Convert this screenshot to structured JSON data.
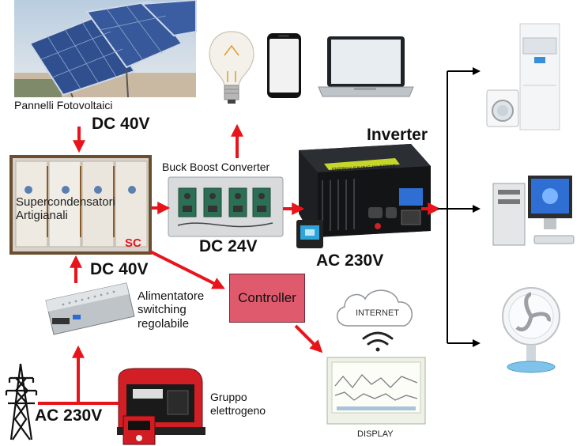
{
  "labels": {
    "pannelli": "Pannelli Fotovoltaici",
    "dc40_top": "DC 40V",
    "supercond": "Supercondensatori\nArtigianali",
    "sc": "SC",
    "buck": "Buck Boost Converter",
    "dc24": "DC 24V",
    "inverter": "Inverter",
    "ac230_right": "AC 230V",
    "dc40_mid": "DC 40V",
    "alimentatore": "Alimentatore\nswitching\nregolabile",
    "controller": "Controller",
    "internet": "INTERNET",
    "display": "DISPLAY",
    "gruppo": "Gruppo\nelettrogeno",
    "ac230_bottom": "AC 230V",
    "inverter_panel": "ENERGY SAVING INVERTER"
  },
  "icons": [
    "solar-panels-photo",
    "lightbulb-icon",
    "smartphone-icon",
    "laptop-icon",
    "supercapacitor-box",
    "buck-boost-board",
    "inverter-box",
    "remote-display",
    "power-supply-unit",
    "generator",
    "power-tower-icon",
    "cloud-icon",
    "wifi-icon",
    "display-monitor",
    "air-conditioner-icon",
    "washing-machine-icon",
    "desktop-computer-icon",
    "fan-icon"
  ],
  "colors": {
    "arrow_red": "#e8141c",
    "arrow_black": "#000000",
    "controller_fill": "#e05a6e"
  }
}
